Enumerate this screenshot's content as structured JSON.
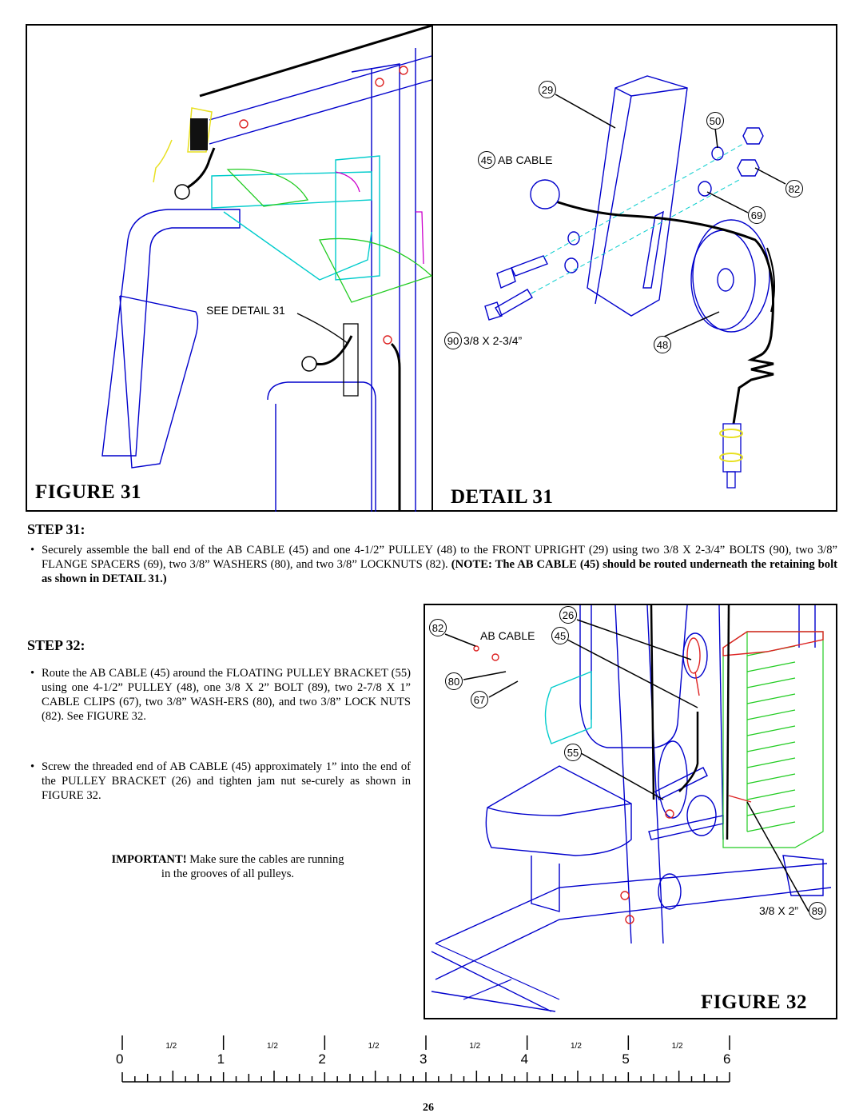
{
  "figure31": {
    "title": "FIGURE 31",
    "see_detail": "SEE DETAIL 31"
  },
  "detail31": {
    "title": "DETAIL 31",
    "callouts": {
      "c29": "29",
      "c50": "50",
      "c45": "45",
      "c82": "82",
      "c69": "69",
      "c90": "90",
      "c48": "48"
    },
    "labels": {
      "ab_cable": "AB CABLE",
      "bolt_size": "3/8 X 2-3/4”"
    }
  },
  "step31": {
    "heading": "STEP 31:",
    "text": "Securely assemble the ball end of the AB CABLE (45) and one 4-1/2” PULLEY (48) to the FRONT UPRIGHT (29) using two 3/8 X 2-3/4” BOLTS (90), two 3/8” FLANGE SPACERS (69), two 3/8” WASHERS (80), and two 3/8” LOCKNUTS (82).",
    "note": "(NOTE: The AB CABLE (45) should be routed underneath the retaining bolt as shown in DETAIL 31.)"
  },
  "step32": {
    "heading": "STEP 32:",
    "bullet1": "Route the AB CABLE (45) around the FLOATING PULLEY BRACKET (55) using one 4-1/2” PULLEY (48), one 3/8 X 2” BOLT (89), two 2-7/8 X 1” CABLE CLIPS (67), two 3/8” WASH-ERS (80), and two 3/8” LOCK NUTS (82). See FIGURE 32.",
    "bullet2": "Screw the threaded end of AB CABLE (45) approximately 1” into the end of the PULLEY BRACKET (26) and tighten jam nut se-curely as shown in FIGURE 32.",
    "important_label": "IMPORTANT!",
    "important_line1": "Make sure the cables are running",
    "important_line2": "in the grooves of all pulleys."
  },
  "figure32": {
    "title": "FIGURE 32",
    "callouts": {
      "c26": "26",
      "c82": "82",
      "c45": "45",
      "c80": "80",
      "c67": "67",
      "c55": "55",
      "c89": "89"
    },
    "labels": {
      "ab_cable": "AB CABLE",
      "bolt_size": "3/8 X 2”"
    }
  },
  "ruler": {
    "numbers": [
      "0",
      "1",
      "2",
      "3",
      "4",
      "5",
      "6"
    ],
    "half": "1/2"
  },
  "page_number": "26",
  "colors": {
    "line": "#0000cc",
    "green": "#22cc22",
    "cyan": "#00cccc",
    "magenta": "#cc00cc",
    "red": "#dd2222",
    "yellow": "#e8e020"
  }
}
